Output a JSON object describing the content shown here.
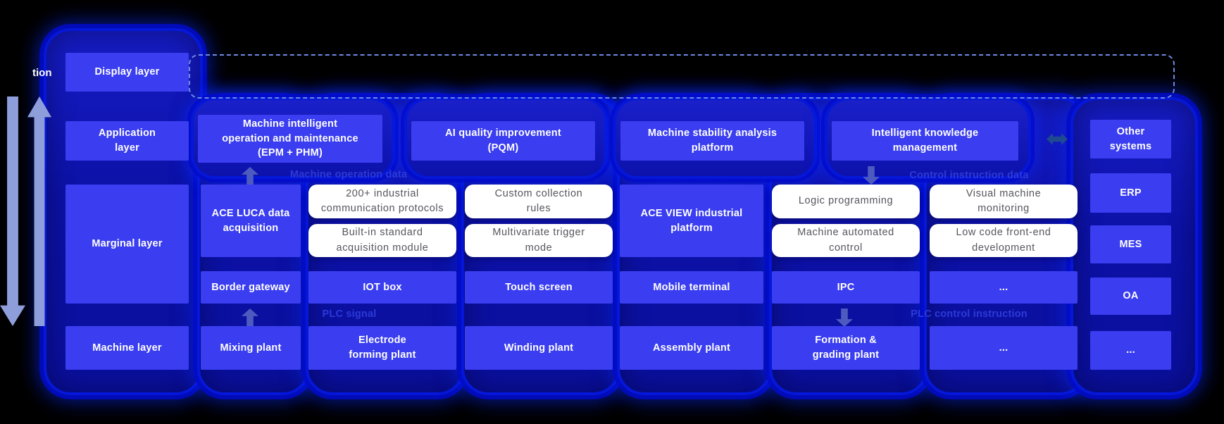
{
  "edge_fragment": "tion",
  "layers": {
    "display": "Display layer",
    "application": "Application\nlayer",
    "marginal": "Marginal layer",
    "machine": "Machine layer"
  },
  "applications": {
    "epm": "Machine intelligent\noperation and maintenance\n(EPM + PHM)",
    "pqm": "AI quality improvement\n(PQM)",
    "stability": "Machine stability analysis\nplatform",
    "knowledge": "Intelligent knowledge\nmanagement"
  },
  "flows": {
    "machine_operation_data": "Machine operation data",
    "control_instruction_data": "Control instruction data",
    "plc_signal": "PLC signal",
    "plc_control_instruction": "PLC control instruction"
  },
  "edge_platforms": {
    "ace_luca": "ACE LUCA data\nacquisition",
    "ace_view": "ACE VIEW industrial\nplatform"
  },
  "capabilities": {
    "protocols": "200+ industrial\ncommunication protocols",
    "builtin_module": "Built-in standard\nacquisition module",
    "custom_rules": "Custom collection\nrules",
    "multivariate": "Multivariate trigger\nmode",
    "logic_programming": "Logic programming",
    "auto_control": "Machine automated\ncontrol",
    "visual_monitoring": "Visual machine\nmonitoring",
    "low_code": "Low code front-end\ndevelopment"
  },
  "terminals": {
    "border_gateway": "Border gateway",
    "iot_box": "IOT box",
    "touch_screen": "Touch screen",
    "mobile_terminal": "Mobile terminal",
    "ipc": "IPC",
    "more": "..."
  },
  "plants": {
    "mixing": "Mixing plant",
    "electrode": "Electrode\nforming plant",
    "winding": "Winding plant",
    "assembly": "Assembly plant",
    "formation": "Formation &\ngrading plant",
    "more": "..."
  },
  "external": {
    "other_systems": "Other\nsystems",
    "erp": "ERP",
    "mes": "MES",
    "oa": "OA",
    "more": "..."
  },
  "colors": {
    "background": "#000000",
    "box_blue": "#3a3df0",
    "pill_fill": "#0d12ab",
    "pill_border": "#0517d8",
    "flow_label_blue": "#2c3ad8",
    "white_box_text": "#55565e",
    "side_arrow": "#8e9edb",
    "link_arrow": "#1f4a8f",
    "dashed_border": "#6e8ae4"
  }
}
